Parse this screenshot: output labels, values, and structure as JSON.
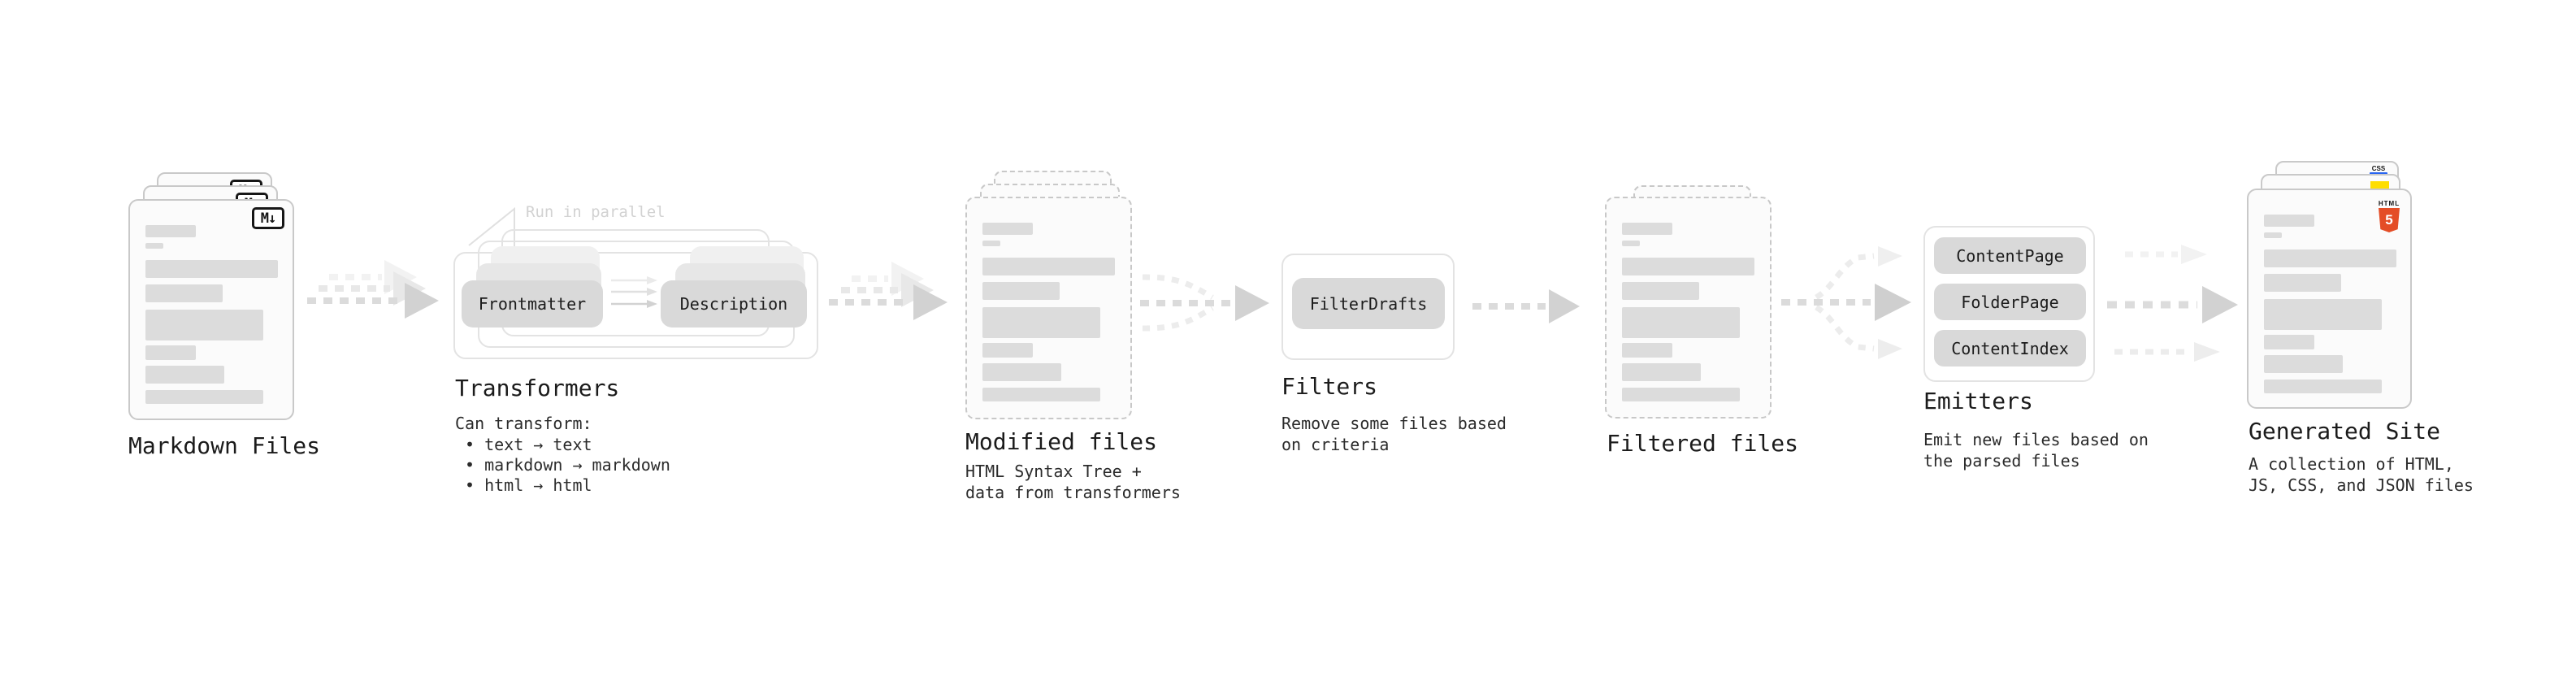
{
  "colors": {
    "doc_fill": "#fbfbfb",
    "doc_border": "#c9c9c9",
    "content_bar": "#dcdcdc",
    "pill_bg": "#d9d9d9",
    "outline_box_border": "#e3e3e3",
    "arrow_gray": "#d2d2d2",
    "note_gray": "#d2d2d2",
    "text_dark": "#1b1b1b",
    "html5_orange": "#e44d26",
    "js_yellow": "#fede00",
    "css_blue": "#2965f1"
  },
  "nodes": {
    "markdown_files": {
      "title": "Markdown Files",
      "badge": "M↓",
      "icon": "markdown-icon"
    },
    "transformers": {
      "title": "Transformers",
      "note": "Run in parallel",
      "pills": [
        "Frontmatter",
        "Description"
      ],
      "description_heading": "Can transform:",
      "bullets": [
        "• text → text",
        "• markdown → markdown",
        "• html → html"
      ]
    },
    "modified_files": {
      "title": "Modified files",
      "description": "HTML Syntax Tree +\ndata from transformers"
    },
    "filters": {
      "title": "Filters",
      "pills": [
        "FilterDrafts"
      ],
      "description": "Remove some files based\non criteria"
    },
    "filtered_files": {
      "title": "Filtered files"
    },
    "emitters": {
      "title": "Emitters",
      "pills": [
        "ContentPage",
        "FolderPage",
        "ContentIndex"
      ],
      "description": "Emit new files based on\nthe parsed files"
    },
    "generated_site": {
      "title": "Generated Site",
      "description": "A collection of HTML,\nJS, CSS, and JSON files",
      "badges": {
        "css": "CSS",
        "html_label": "HTML",
        "html_number": "5"
      },
      "icons": [
        "css-icon",
        "js-icon",
        "html5-icon"
      ]
    }
  }
}
